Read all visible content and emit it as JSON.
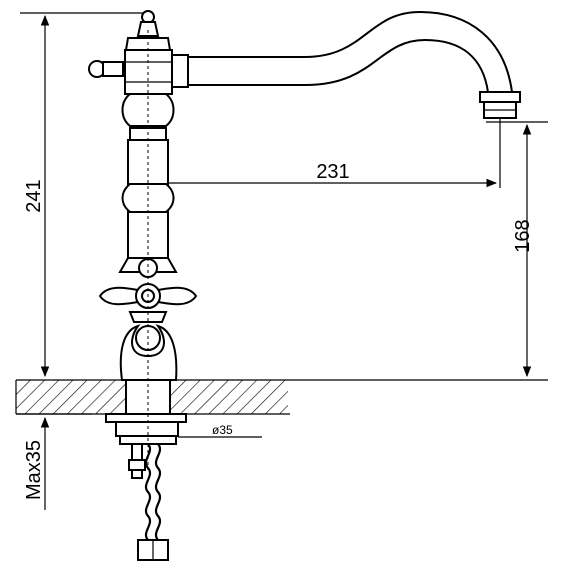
{
  "dimensions": {
    "total_height": "241",
    "spout_reach": "231",
    "spout_height": "168",
    "max_mount_thickness": "Max35",
    "mount_hole_diameter": "ø35"
  }
}
